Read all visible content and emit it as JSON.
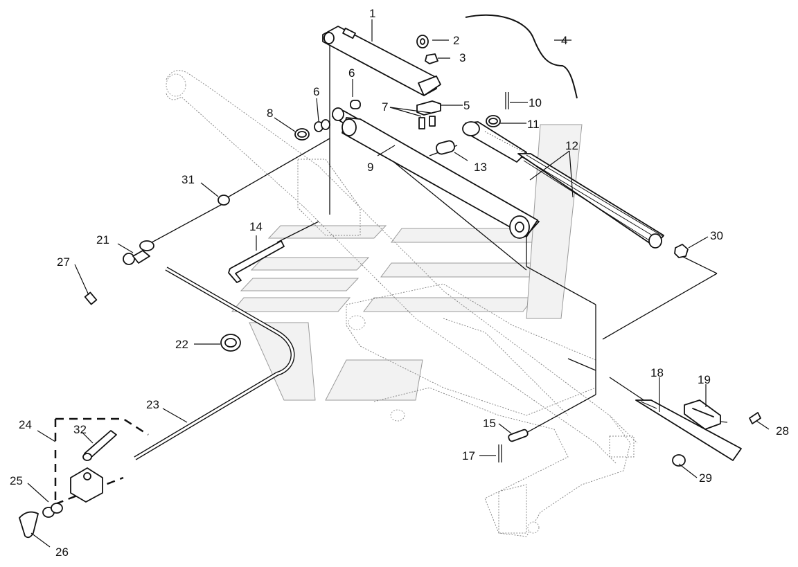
{
  "callouts": [
    {
      "n": "1"
    },
    {
      "n": "2"
    },
    {
      "n": "3"
    },
    {
      "n": "4"
    },
    {
      "n": "5"
    },
    {
      "n": "6"
    },
    {
      "n": "6"
    },
    {
      "n": "7"
    },
    {
      "n": "8"
    },
    {
      "n": "9"
    },
    {
      "n": "10"
    },
    {
      "n": "11"
    },
    {
      "n": "12"
    },
    {
      "n": "13"
    },
    {
      "n": "14"
    },
    {
      "n": "15"
    },
    {
      "n": "17"
    },
    {
      "n": "18"
    },
    {
      "n": "19"
    },
    {
      "n": "21"
    },
    {
      "n": "22"
    },
    {
      "n": "23"
    },
    {
      "n": "24"
    },
    {
      "n": "25"
    },
    {
      "n": "26"
    },
    {
      "n": "27"
    },
    {
      "n": "28"
    },
    {
      "n": "29"
    },
    {
      "n": "30"
    },
    {
      "n": "31"
    },
    {
      "n": "32"
    }
  ],
  "colors": {
    "line": "#111111",
    "ghost_outline": "#888888",
    "watermark_fill": "#f2f2f2",
    "background": "#ffffff"
  }
}
